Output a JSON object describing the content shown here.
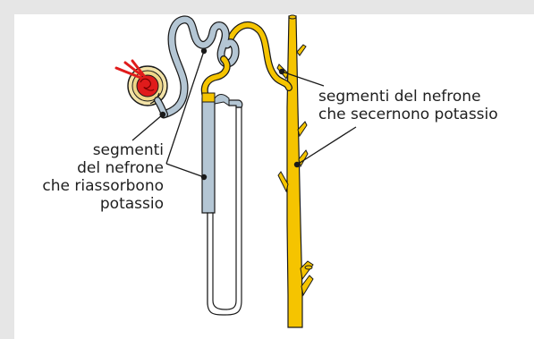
{
  "labels": {
    "reabsorb": [
      "segmenti",
      "del nefrone",
      "che riassorbono",
      "potassio"
    ],
    "secrete": [
      "segmenti del nefrone",
      "che secernono potassio"
    ]
  },
  "colors": {
    "background": "#e6e6e6",
    "panel": "#ffffff",
    "reabsorbing_segment": "#b4c6d4",
    "secreting_segment": "#f5c400",
    "glomerulus": "#e01b1b",
    "bowman_capsule": "#f3e3a8",
    "outline": "#1a1a1a"
  }
}
